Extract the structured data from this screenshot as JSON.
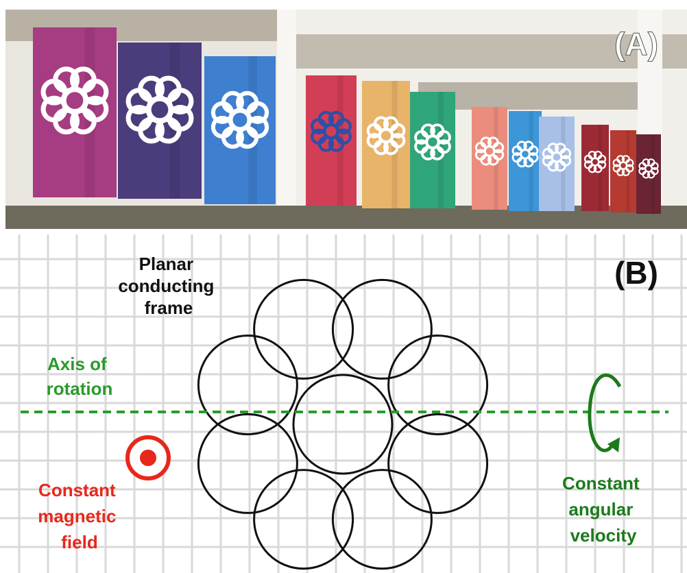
{
  "panel_a": {
    "label": "(A)",
    "banner_colors": [
      "#a63c82",
      "#4b3c7c",
      "#3f7fd0",
      "#d23e56",
      "#e8b46a",
      "#2fa57a",
      "#ec8c7c",
      "#3c96d8",
      "#a8c0e8",
      "#9c2a34",
      "#b43a32",
      "#6a2434"
    ],
    "emblem_colors": [
      "#ffffff",
      "#ffffff",
      "#ffffff",
      "#2e4fa8",
      "#ffffff",
      "#ffffff",
      "#ffffff",
      "#ffffff",
      "#ffffff",
      "#ffffff",
      "#ffffff",
      "#ffffff"
    ]
  },
  "panel_b": {
    "label": "(B)",
    "frame_label": [
      "Planar",
      "conducting",
      "frame"
    ],
    "axis_label": [
      "Axis of",
      "rotation"
    ],
    "field_label": [
      "Constant",
      "magnetic",
      "field"
    ],
    "velocity_label": [
      "Constant",
      "angular",
      "velocity"
    ],
    "colors": {
      "frame": "#111111",
      "axis": "#2a9a2a",
      "field": "#e8271c",
      "velocity": "#1c7a1c",
      "grid": "#d8d8d8",
      "frame_text": "#111111"
    }
  }
}
